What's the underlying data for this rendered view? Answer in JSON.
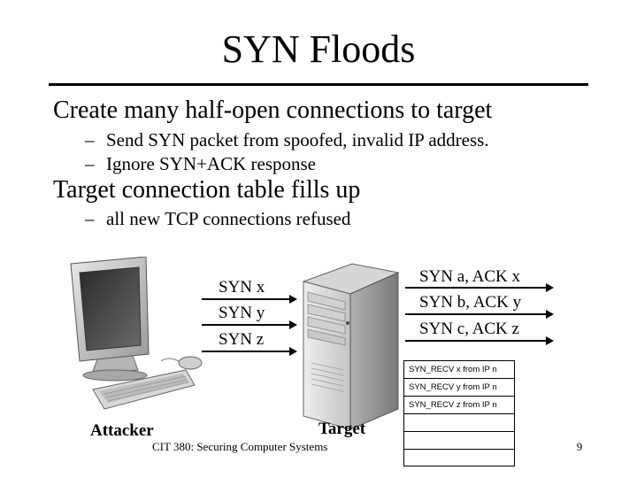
{
  "slide": {
    "title": "SYN Floods",
    "bullets": [
      {
        "text": "Create many half-open connections to target",
        "sub": [
          "Send SYN packet from spoofed, invalid IP address.",
          "Ignore SYN+ACK response"
        ]
      },
      {
        "text": "Target connection table fills up",
        "sub": [
          "all new TCP connections refused"
        ]
      }
    ],
    "dash": "–"
  },
  "diagram": {
    "attacker_label": "Attacker",
    "target_label": "Target",
    "syn_packets": [
      "SYN x",
      "SYN y",
      "SYN z"
    ],
    "synack_packets": [
      "SYN a, ACK x",
      "SYN b, ACK y",
      "SYN c, ACK z"
    ],
    "connection_table": [
      "SYN_RECV x from IP n",
      "SYN_RECV y from IP n",
      "SYN_RECV z from IP n",
      "",
      "",
      ""
    ]
  },
  "footer": {
    "course": "CIT 380: Securing Computer Systems",
    "page": "9"
  },
  "colors": {
    "text": "#000000",
    "background": "#ffffff"
  }
}
